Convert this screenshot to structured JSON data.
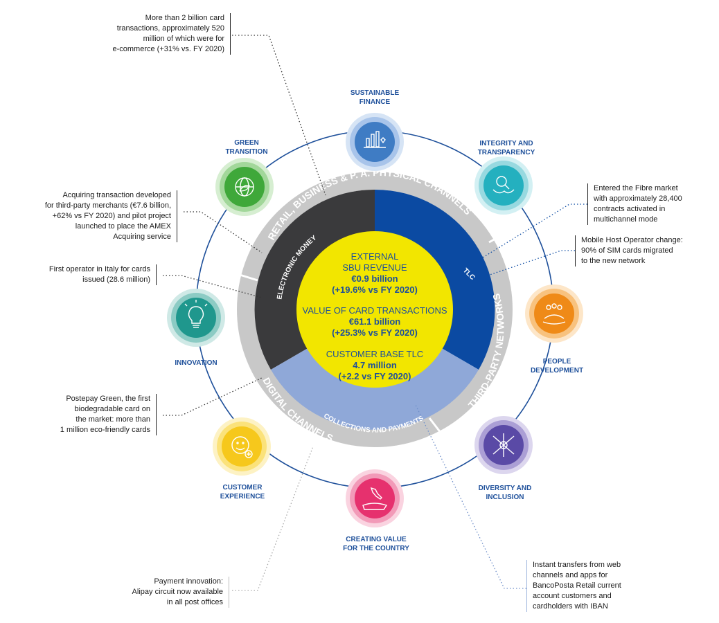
{
  "center": {
    "blocks": [
      {
        "title_lines": [
          "EXTERNAL",
          "SBU REVENUE"
        ],
        "value_lines": [
          "€0.9 billion",
          "(+19.6% vs FY 2020)"
        ]
      },
      {
        "title_lines": [
          "VALUE OF CARD TRANSACTIONS"
        ],
        "value_lines": [
          "€61.1 billion",
          "(+25.3% vs FY 2020)"
        ]
      },
      {
        "title_lines": [
          "CUSTOMER BASE TLC"
        ],
        "value_lines": [
          "4.7 million",
          "(+2.2 vs FY 2020)"
        ]
      }
    ]
  },
  "segments": {
    "electronic_money": "ELECTRONIC MONEY",
    "tlc": "TLC",
    "collections": "COLLECTIONS AND PAYMENTS"
  },
  "channels": {
    "retail": "RETAIL, BUSINESS & P. A. PHYSICAL CHANNELS",
    "third_party": "THIRD-PARTY NETWORKS",
    "digital": "DIGITAL CHANNELS"
  },
  "pillars": [
    {
      "id": "sustainable-finance",
      "lines": [
        "SUSTAINABLE",
        "FINANCE"
      ],
      "icon": "bar-chart-heart-icon",
      "color": "#3f7cc4"
    },
    {
      "id": "integrity",
      "lines": [
        "INTEGRITY AND",
        "TRANSPARENCY"
      ],
      "icon": "handshake-magnifier-icon",
      "color": "#24b0bf"
    },
    {
      "id": "people",
      "lines": [
        "PEOPLE",
        "DEVELOPMENT"
      ],
      "icon": "people-hand-icon",
      "color": "#ef8a17"
    },
    {
      "id": "diversity",
      "lines": [
        "DIVERSITY AND",
        "INCLUSION"
      ],
      "icon": "joined-hands-icon",
      "color": "#5a4aa6"
    },
    {
      "id": "value-country",
      "lines": [
        "CREATING VALUE",
        "FOR THE COUNTRY"
      ],
      "icon": "hand-italy-icon",
      "color": "#e6316e"
    },
    {
      "id": "customer",
      "lines": [
        "CUSTOMER",
        "EXPERIENCE"
      ],
      "icon": "smiley-plus-icon",
      "color": "#f6c81c"
    },
    {
      "id": "innovation",
      "lines": [
        "INNOVATION"
      ],
      "icon": "lightbulb-icon",
      "color": "#1f978d"
    },
    {
      "id": "green",
      "lines": [
        "GREEN",
        "TRANSITION"
      ],
      "icon": "globe-leaf-icon",
      "color": "#3fa83a"
    }
  ],
  "notes": {
    "card_transactions": [
      "More than 2 billion card",
      "transactions, approximately 520",
      "million of which were for",
      "e-commerce (+31% vs. FY 2020)"
    ],
    "acquiring": [
      "Acquiring transaction developed",
      "for third-party merchants (€7.6 billion,",
      "+62% vs FY 2020) and pilot project",
      "launched to place the AMEX",
      "Acquiring service"
    ],
    "first_operator": [
      "First operator in Italy for cards",
      "issued (28.6 million)"
    ],
    "postepay_green": [
      "Postepay Green, the first",
      "biodegradable card on",
      "the market: more than",
      "1 million eco-friendly cards"
    ],
    "alipay": [
      "Payment innovation:",
      "Alipay circuit now available",
      "in all post offices"
    ],
    "fibre": [
      "Entered the Fibre market",
      "with approximately 28,400",
      "contracts activated in",
      "multichannel mode"
    ],
    "mobile_host": [
      "Mobile Host Operator change:",
      "90% of SIM cards migrated",
      "to the new network"
    ],
    "instant_transfers": [
      "Instant transfers from web",
      "channels and apps for",
      "BancoPosta Retail current",
      "account customers and",
      "cardholders with IBAN"
    ]
  },
  "colors": {
    "blue": "#0b4aa2",
    "dark": "#3a3a3c",
    "light_blue": "#8fa8d8",
    "yellow": "#f2e600",
    "grey_ring": "#c8c8c8",
    "orbit": "#1d4f9a"
  }
}
